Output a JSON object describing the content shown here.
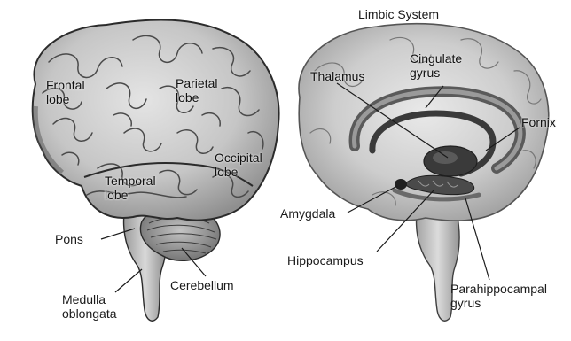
{
  "left_diagram": {
    "labels": {
      "frontal": "Frontal\nlobe",
      "parietal": "Parietal\nlobe",
      "occipital": "Occipital\nlobe",
      "temporal": "Temporal\nlobe",
      "pons": "Pons",
      "cerebellum": "Cerebellum",
      "medulla": "Medulla\noblongata"
    }
  },
  "right_diagram": {
    "title": "Limbic System",
    "labels": {
      "thalamus": "Thalamus",
      "cingulate": "Cingulate\ngyrus",
      "fornix": "Fornix",
      "amygdala": "Amygdala",
      "hippocampus": "Hippocampus",
      "parahippocampal": "Parahippocampal\ngyrus"
    }
  },
  "colors": {
    "brain_fill": "#c9c9c9",
    "brain_shade": "#8c8c8c",
    "outline": "#2b2b2b",
    "limbic_dark": "#3a3a3a",
    "text": "#1a1a1a"
  }
}
